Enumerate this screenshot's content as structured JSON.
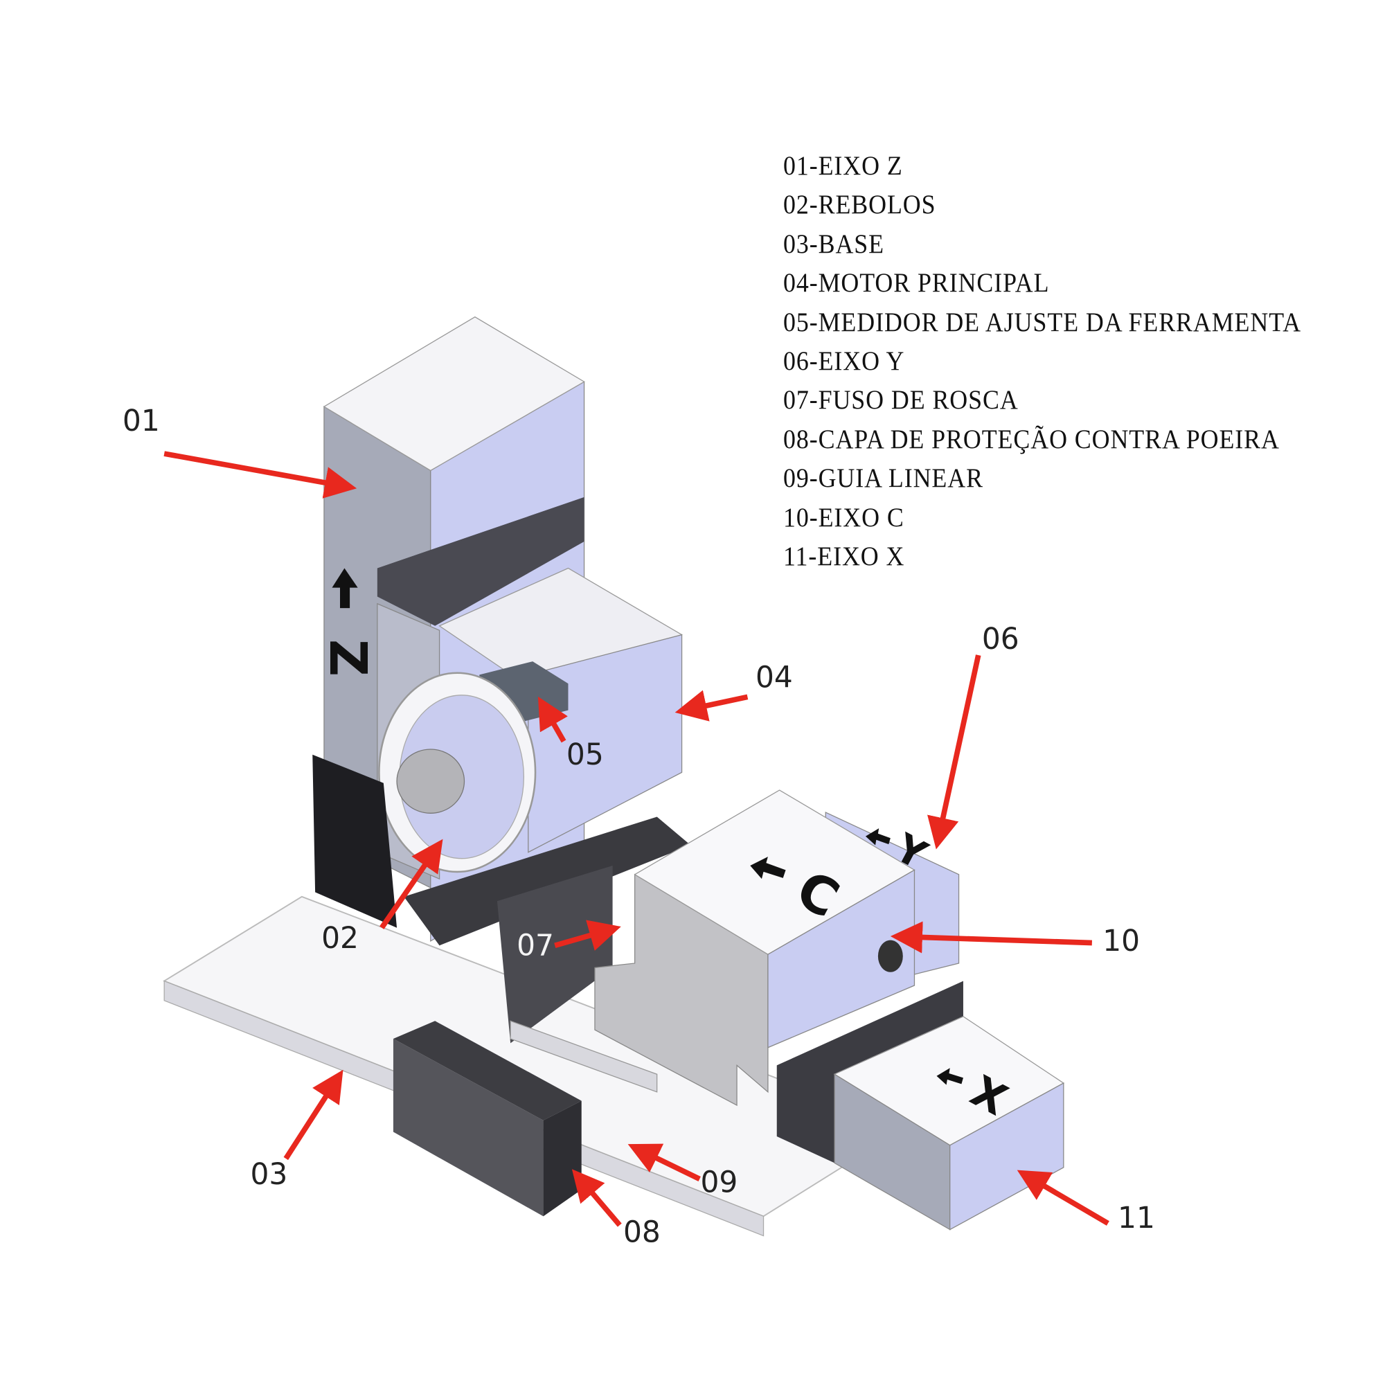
{
  "legend": [
    "01-EIXO Z",
    "02-REBOLOS",
    "03-BASE",
    "04-MOTOR PRINCIPAL",
    "05-MEDIDOR DE AJUSTE DA FERRAMENTA",
    "06-EIXO Y",
    "07-FUSO DE ROSCA",
    "08-CAPA DE PROTEÇÃO CONTRA POEIRA",
    "09-GUIA LINEAR",
    "10-EIXO C",
    "11-EIXO X"
  ],
  "callouts": [
    "01",
    "02",
    "03",
    "04",
    "05",
    "06",
    "07",
    "08",
    "09",
    "10",
    "11"
  ],
  "axis_marks": {
    "z": "Z",
    "c": "C",
    "y": "Y",
    "x": "X"
  },
  "colors": {
    "arrow": "#e8281e",
    "face_blue": "#c9cdf2",
    "face_grey": "#a6aab8",
    "dark": "#3c3c42"
  }
}
